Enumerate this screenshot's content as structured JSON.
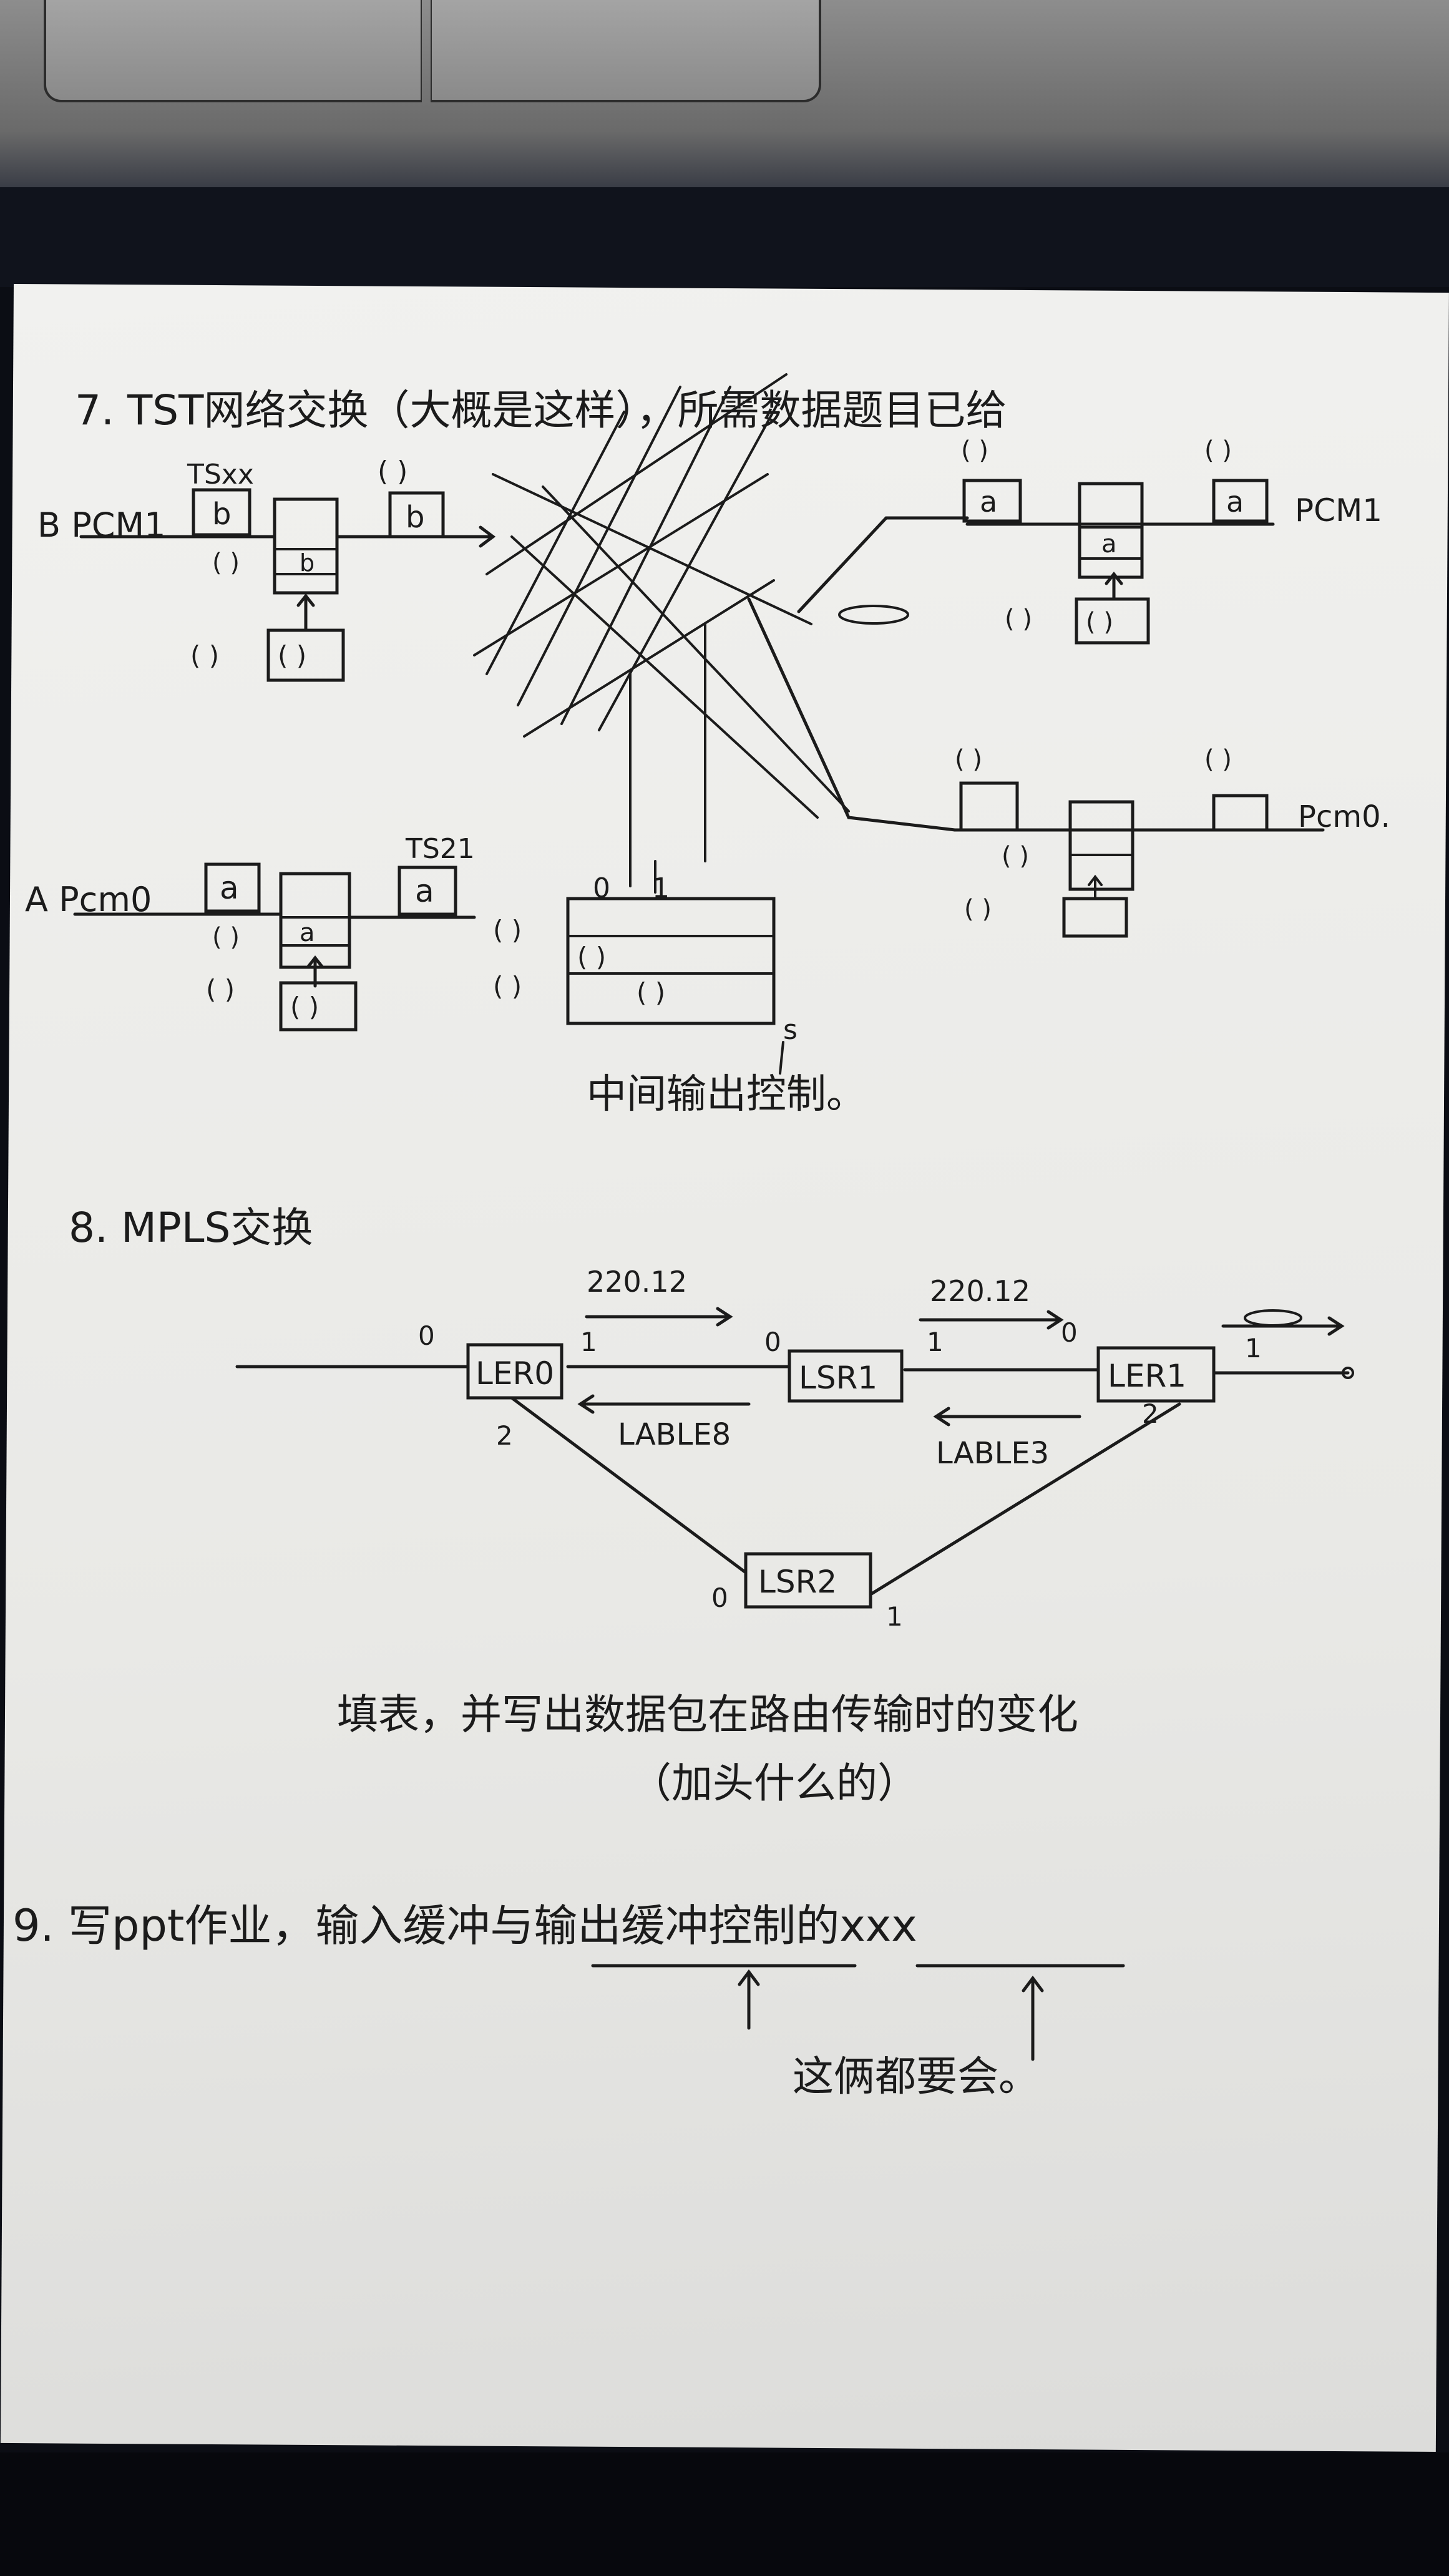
{
  "q7": {
    "title": "7.  TST网络交换（大概是这样），所需数据题目已给",
    "bpcm1": "B PCM1",
    "tsxx": "TSxx",
    "apcm0": "A Pcm0",
    "ts21": "TS21",
    "val_a": "a",
    "val_b": "b",
    "paren": "( )",
    "pcm1_out": "PCM1",
    "pcm0_out": "Pcm0.",
    "ctrl_0": "0",
    "ctrl_1": "1",
    "ctrl_s": "s",
    "ctrl_caption": "中间输出控制。"
  },
  "q8": {
    "title": "8.  MPLS交换",
    "ler0": "LER0",
    "lsr1": "LSR1",
    "ler1": "LER1",
    "lsr2": "LSR2",
    "ip1": "220.12",
    "ip2": "220.12",
    "label1": "LABLE8",
    "label2": "LABLE3",
    "p0": "0",
    "p1": "1",
    "p2": "2",
    "instruction_line1": "填表，并写出数据包在路由传输时的变化",
    "instruction_line2": "（加头什么的）"
  },
  "q9": {
    "text": "9.   写ppt作业，输入缓冲与输出缓冲控制的xxx",
    "note": "这俩都要会。"
  }
}
